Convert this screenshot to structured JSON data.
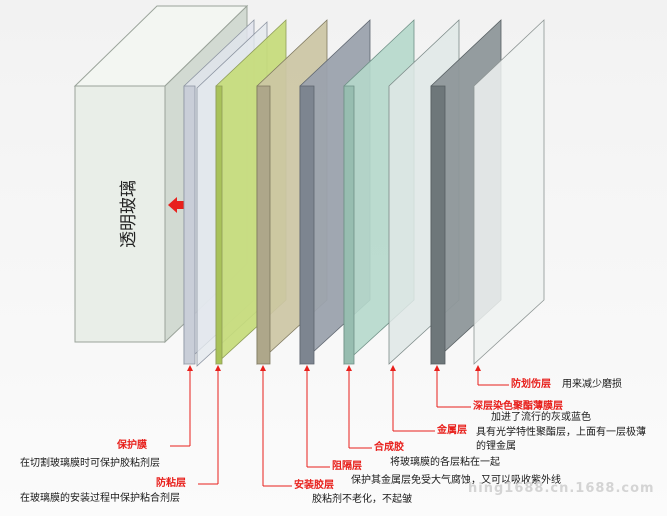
{
  "glass_label": "透明玻璃",
  "layers": [
    {
      "name": "保护膜",
      "desc": "在切割玻璃膜时可保护胶粘剂层"
    },
    {
      "name": "防粘层",
      "desc": "在玻璃膜的安装过程中保护粘合剂层"
    },
    {
      "name": "安装胶层",
      "desc": "胶粘剂不老化，不起皱"
    },
    {
      "name": "阻隔层",
      "desc": "保护其金属层免受大气腐蚀，又可以吸收紫外线"
    },
    {
      "name": "合成胶",
      "desc": "将玻璃膜的各层粘在一起"
    },
    {
      "name": "金属层",
      "desc": "具有光学特性聚酯层，上面有一层极薄的锂金属"
    },
    {
      "name": "深层染色聚酯薄膜层",
      "desc": "加进了流行的灰或蓝色"
    },
    {
      "name": "防划伤层",
      "desc": "用来减少磨损"
    }
  ],
  "watermark": "hing1688.cn.1688.com",
  "colors": {
    "accent": "#e8201c",
    "background": "#f6f6f6"
  }
}
